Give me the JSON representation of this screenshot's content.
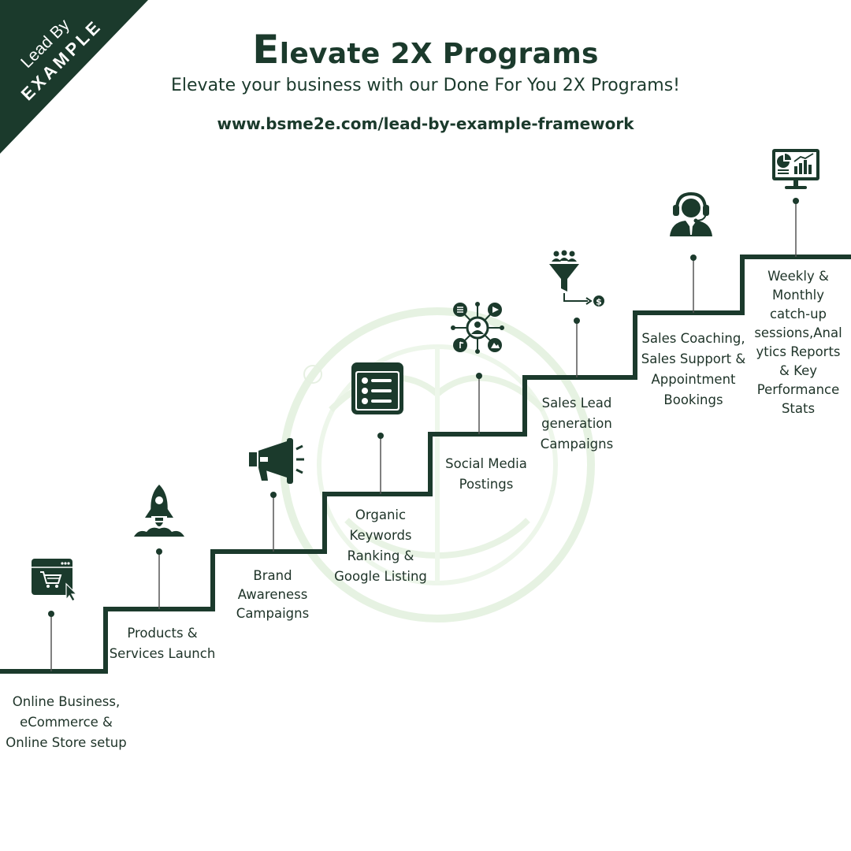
{
  "brand": {
    "line1": "Lead By",
    "line2": "EXAMPLE"
  },
  "header": {
    "title_initial": "E",
    "title_rest": "levate 2X Programs",
    "subtitle": "Elevate your business with our Done For You 2X Programs!",
    "url": "www.bsme2e.com/lead-by-example-framework"
  },
  "steps": [
    {
      "icon": "shopping-cart-browser-icon",
      "lines": [
        "Online Business,",
        "eCommerce &",
        "Online Store setup"
      ]
    },
    {
      "icon": "rocket-launch-icon",
      "lines": [
        "Products &",
        "Services Launch"
      ]
    },
    {
      "icon": "megaphone-icon",
      "lines": [
        "Brand",
        "Awareness",
        "Campaigns"
      ]
    },
    {
      "icon": "list-window-icon",
      "lines": [
        "Organic",
        "Keywords",
        "Ranking &",
        "Google Listing"
      ]
    },
    {
      "icon": "social-network-icon",
      "lines": [
        "Social Media",
        "Postings"
      ]
    },
    {
      "icon": "lead-funnel-icon",
      "lines": [
        "Sales Lead",
        "generation",
        "Campaigns"
      ]
    },
    {
      "icon": "support-agent-icon",
      "lines": [
        "Sales Coaching,",
        "Sales Support &",
        "Appointment",
        "Bookings"
      ]
    },
    {
      "icon": "analytics-monitor-icon",
      "lines": [
        "Weekly &",
        "Monthly",
        "catch-up",
        "sessions,Anal",
        "ytics Reports",
        "& Key",
        "Performance",
        "Stats"
      ]
    }
  ],
  "colors": {
    "primary": "#1b3a2c",
    "connector": "#555555",
    "watermark": "#e6f2e2"
  }
}
